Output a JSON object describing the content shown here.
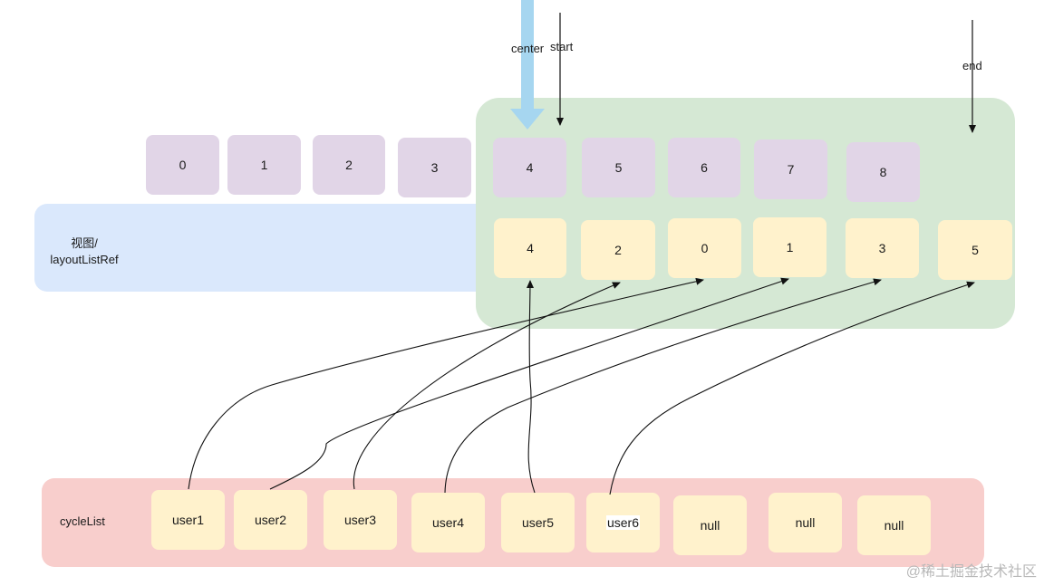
{
  "pointers": {
    "center": "center",
    "start": "start",
    "end": "end"
  },
  "view_label": {
    "line1": "视图/",
    "line2": "layoutListRef"
  },
  "cycle_label": "cycleList",
  "index_row": [
    "0",
    "1",
    "2",
    "3",
    "4",
    "5",
    "6",
    "7",
    "8"
  ],
  "layout_row": [
    "4",
    "2",
    "0",
    "1",
    "3",
    "5"
  ],
  "cycle_list": [
    "user1",
    "user2",
    "user3",
    "user4",
    "user5",
    "user6",
    "null",
    "null",
    "null"
  ],
  "watermark": "@稀土掘金技术社区",
  "colors": {
    "purple_box": "#e1d5e7",
    "yellow_box": "#fff2cc",
    "blue_region": "#dae8fc",
    "green_region": "#d5e8d4",
    "red_region": "#f8cecc",
    "center_arrow": "#a6d6f0"
  }
}
